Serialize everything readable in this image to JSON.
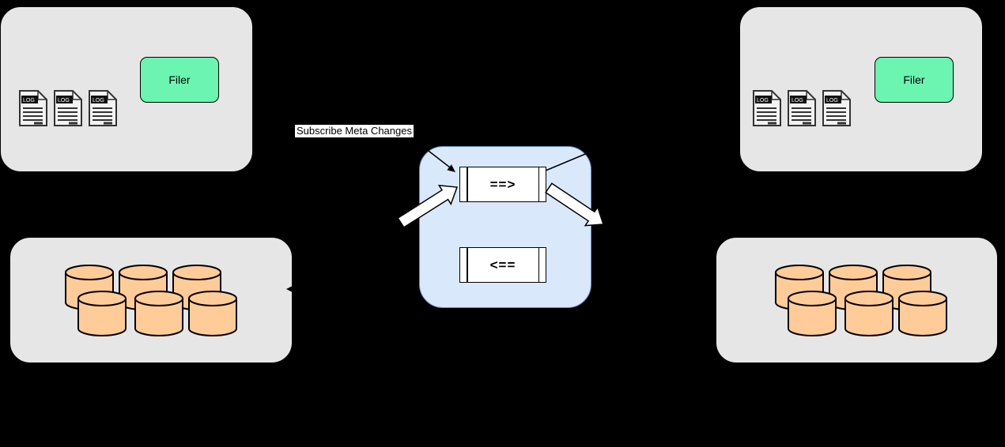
{
  "diagram": {
    "annotations": {
      "subscribe_label": "Subscribe Meta Changes"
    },
    "left_cluster": {
      "filer_label": "Filer",
      "log_file_count": 3
    },
    "right_cluster": {
      "filer_label": "Filer",
      "log_file_count": 3
    },
    "sync_hub": {
      "forward_queue_label": "==>",
      "backward_queue_label": "<=="
    },
    "left_volumes": {
      "cylinder_count": 6
    },
    "right_volumes": {
      "cylinder_count": 6
    },
    "icons": {
      "log_badge": "LOG"
    },
    "colors": {
      "background": "#000000",
      "panel_fill": "#e6e6e6",
      "panel_border": "#000000",
      "filer_fill": "#6cf5b0",
      "sync_fill": "#dae8fc",
      "sync_border": "#6c8ebf",
      "queue_fill": "#ffffff",
      "cylinder_fill": "#ffcc99",
      "arrow_fill": "#ffffff",
      "arrow_stroke": "#000000"
    }
  }
}
